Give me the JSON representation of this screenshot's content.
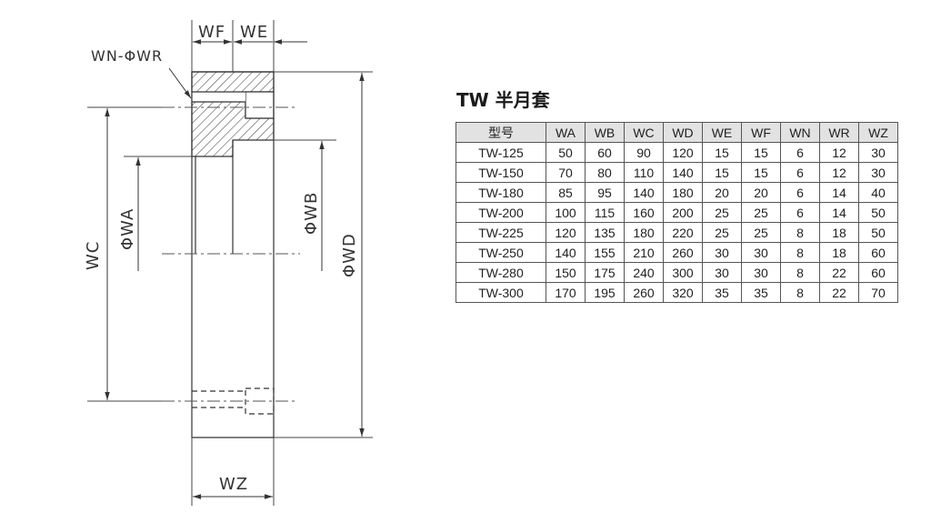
{
  "drawing": {
    "labels": {
      "wf": "WF",
      "we": "WE",
      "wn_wr": "WN-ΦWR",
      "wc": "WC",
      "wa": "ΦWA",
      "wb": "ΦWB",
      "wd": "ΦWD",
      "wz": "WZ"
    }
  },
  "title": "TW 半月套",
  "table": {
    "headers": [
      "型号",
      "WA",
      "WB",
      "WC",
      "WD",
      "WE",
      "WF",
      "WN",
      "WR",
      "WZ"
    ],
    "rows": [
      [
        "TW-125",
        "50",
        "60",
        "90",
        "120",
        "15",
        "15",
        "6",
        "12",
        "30"
      ],
      [
        "TW-150",
        "70",
        "80",
        "110",
        "140",
        "15",
        "15",
        "6",
        "12",
        "30"
      ],
      [
        "TW-180",
        "85",
        "95",
        "140",
        "180",
        "20",
        "20",
        "6",
        "14",
        "40"
      ],
      [
        "TW-200",
        "100",
        "115",
        "160",
        "200",
        "25",
        "25",
        "6",
        "14",
        "50"
      ],
      [
        "TW-225",
        "120",
        "135",
        "180",
        "220",
        "25",
        "25",
        "8",
        "18",
        "50"
      ],
      [
        "TW-250",
        "140",
        "155",
        "210",
        "260",
        "30",
        "30",
        "8",
        "18",
        "60"
      ],
      [
        "TW-280",
        "150",
        "175",
        "240",
        "300",
        "30",
        "30",
        "8",
        "22",
        "60"
      ],
      [
        "TW-300",
        "170",
        "195",
        "260",
        "320",
        "35",
        "35",
        "8",
        "22",
        "70"
      ]
    ]
  }
}
